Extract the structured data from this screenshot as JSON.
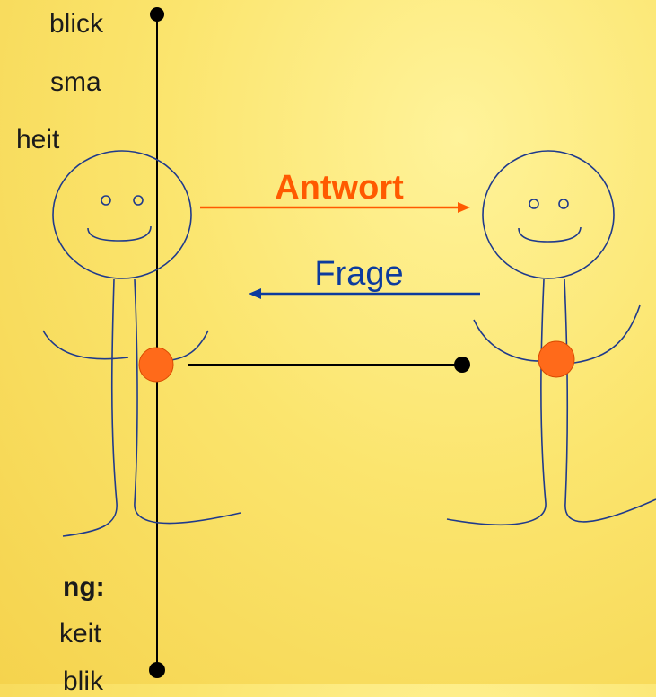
{
  "left_text": {
    "line1": "blick",
    "line2": "sma",
    "line3": "heit",
    "bottom_heading": "ng:",
    "bottom_line1": "keit",
    "bottom_line2": "blik"
  },
  "arrows": {
    "answer_label": "Antwort",
    "question_label": "Frage"
  },
  "colors": {
    "answer": "#ff5a00",
    "question": "#0c3b9e",
    "figure": "#1f3a8c",
    "heart": "#ff6a1a"
  }
}
